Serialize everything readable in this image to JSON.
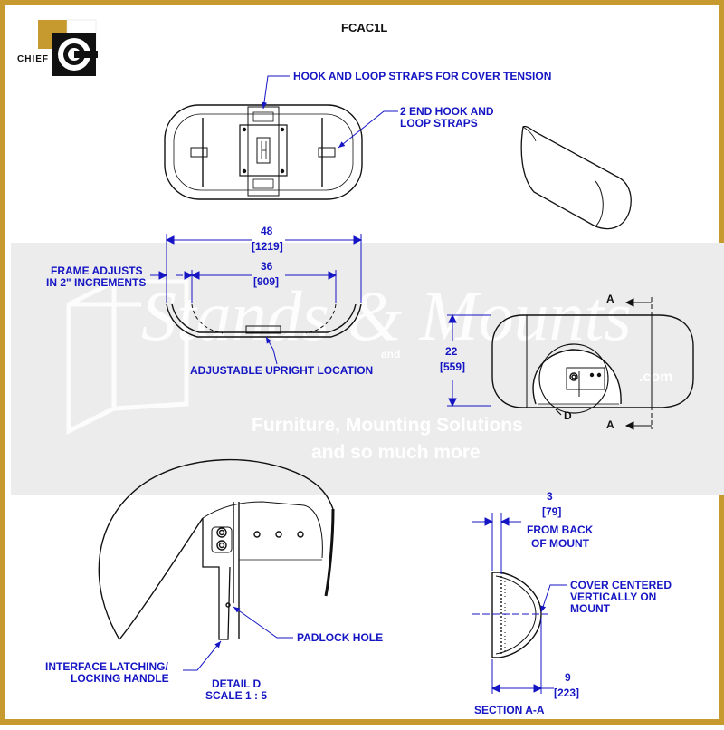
{
  "header": {
    "title": "FCAC1L",
    "logo_text": "CHIEF"
  },
  "labels": {
    "hook_loop_tension": "HOOK AND LOOP STRAPS FOR COVER TENSION",
    "end_straps_1": "2 END HOOK AND",
    "end_straps_2": "LOOP STRAPS",
    "frame_adjusts_1": "FRAME ADJUSTS",
    "frame_adjusts_2": "IN 2\" INCREMENTS",
    "adjustable_upright": "ADJUSTABLE UPRIGHT LOCATION",
    "padlock_hole": "PADLOCK HOLE",
    "interface_1": "INTERFACE LATCHING/",
    "interface_2": "LOCKING HANDLE",
    "detail_title": "DETAIL D",
    "detail_scale": "SCALE 1 : 5",
    "from_back_1": "FROM BACK",
    "from_back_2": "OF MOUNT",
    "cover_centered_1": "COVER CENTERED",
    "cover_centered_2": "VERTICALLY ON",
    "cover_centered_3": "MOUNT",
    "section_title": "SECTION A-A",
    "section_marker": "A",
    "detail_marker": "D"
  },
  "dimensions": {
    "width_48": {
      "in": "48",
      "mm": "[1219]"
    },
    "width_36": {
      "in": "36",
      "mm": "[909]"
    },
    "height_22": {
      "in": "22",
      "mm": "[559]"
    },
    "depth_3": {
      "in": "3",
      "mm": "[79]"
    },
    "depth_9": {
      "in": "9",
      "mm": "[223]"
    }
  },
  "watermark": {
    "script": "Stands & Mounts",
    "small": "and",
    "domain": ".com",
    "line1": "Furniture, Mounting Solutions",
    "line2": "and so much more"
  },
  "colors": {
    "border": "#c69a2e",
    "annotation": "#1515c4",
    "line": "#111111",
    "band": "#ececec"
  }
}
